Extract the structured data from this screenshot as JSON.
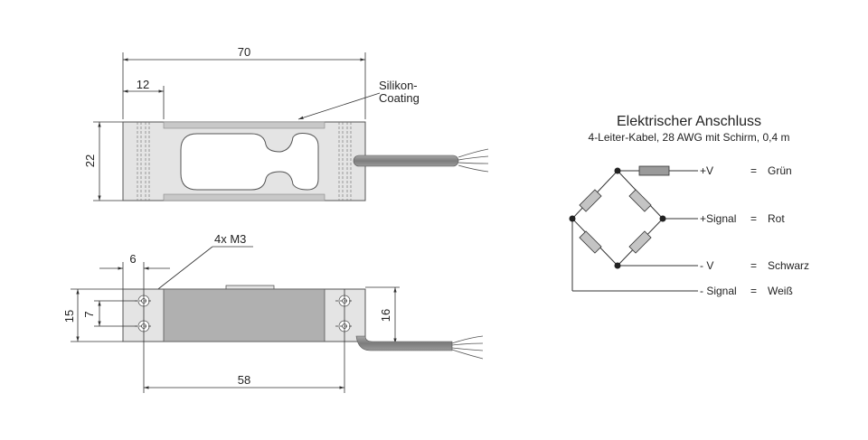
{
  "top_view": {
    "dim_length": "70",
    "dim_offset": "12",
    "dim_height": "22",
    "coating_label_line1": "Silikon-",
    "coating_label_line2": "Coating"
  },
  "bottom_view": {
    "dim_hole_offset": "6",
    "thread_label": "4x M3",
    "dim_height_outer": "15",
    "dim_hole_spacing": "7",
    "dim_height_right": "16",
    "dim_hole_distance": "58"
  },
  "connection": {
    "title": "Elektrischer Anschluss",
    "subtitle": "4-Leiter-Kabel, 28 AWG mit Schirm, 0,4 m",
    "wires": [
      {
        "signal": "+V",
        "eq": "=",
        "color": "Grün"
      },
      {
        "signal": "+Signal",
        "eq": "=",
        "color": "Rot"
      },
      {
        "signal": "- V",
        "eq": "=",
        "color": "Schwarz"
      },
      {
        "signal": "- Signal",
        "eq": "=",
        "color": "Weiß"
      }
    ]
  },
  "colors": {
    "body": "#e4e4e4",
    "coating": "#b0b0b0",
    "cable": "#8a8a8a",
    "line": "#333333"
  }
}
